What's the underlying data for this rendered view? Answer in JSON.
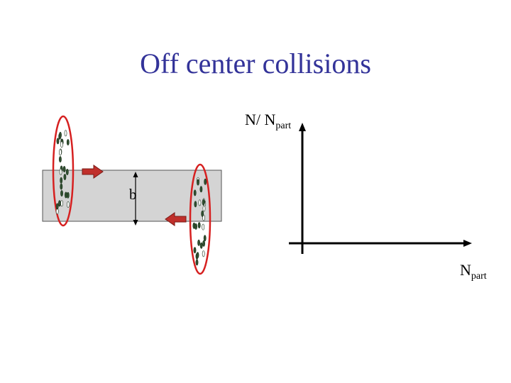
{
  "title": "Off center collisions",
  "impact_parameter_label": "b",
  "y_axis": {
    "main": "N/ N",
    "sub": "part"
  },
  "x_axis": {
    "main": "N",
    "sub": "part"
  },
  "colors": {
    "title": "#333399",
    "nucleus_outline": "#d62020",
    "arrow_fill": "#c0302b",
    "overlap_band": "#d4d4d4",
    "nucleon_dark": "#2f4f2f",
    "nucleon_light": "#ffffff"
  }
}
